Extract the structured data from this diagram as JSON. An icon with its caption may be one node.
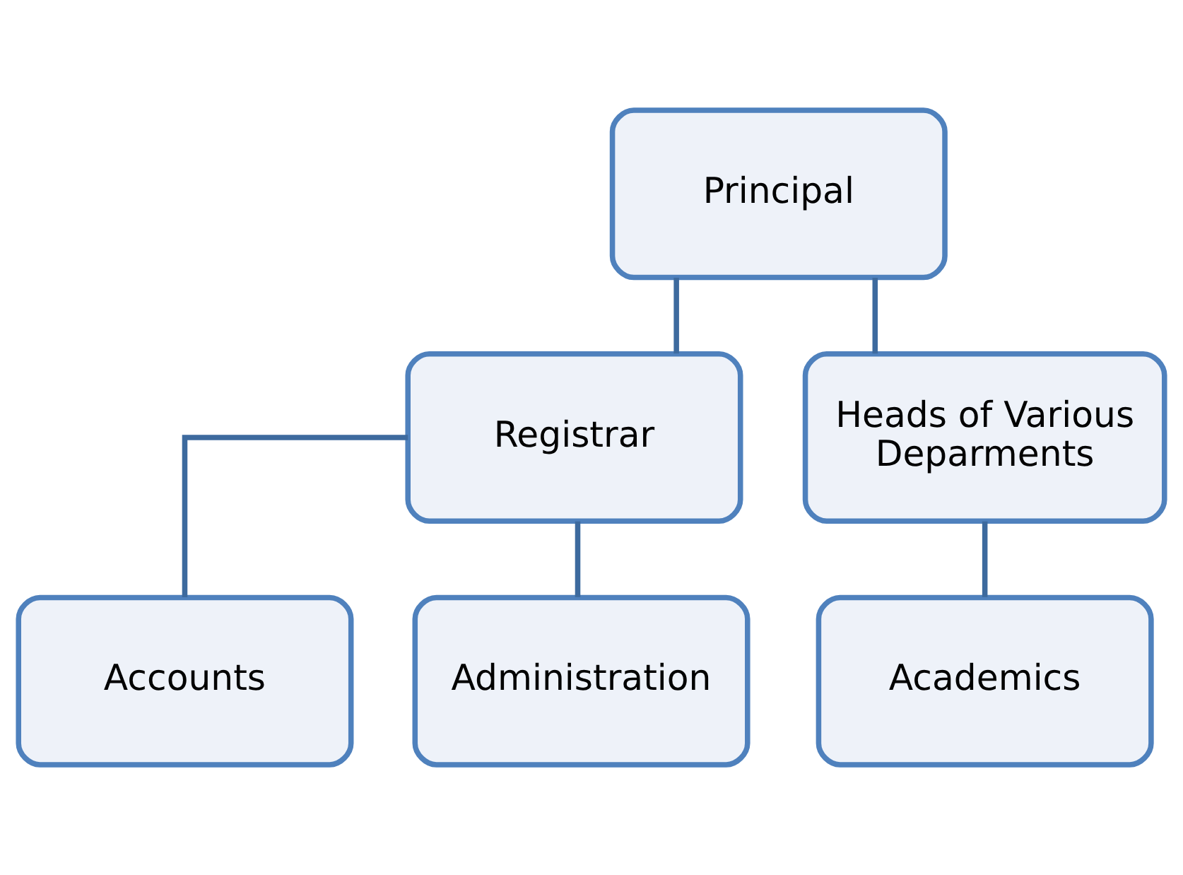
{
  "diagram": {
    "nodes": [
      {
        "text": [
          "Principal"
        ]
      },
      {
        "text": [
          "Registrar"
        ]
      },
      {
        "text": [
          "Heads of Various Deparments"
        ]
      },
      {
        "text": [
          "Accounts"
        ]
      },
      {
        "text": [
          "Administration"
        ]
      },
      {
        "text": [
          "Academics"
        ]
      }
    ],
    "edges": [
      {
        "from": 0,
        "to": 1,
        "arrow": "none"
      },
      {
        "from": 0,
        "to": 2,
        "arrow": "none"
      },
      {
        "from": 1,
        "to": 3,
        "arrow": "none"
      },
      {
        "from": 1,
        "to": 4,
        "arrow": "none"
      },
      {
        "from": 2,
        "to": 5,
        "arrow": "none"
      }
    ]
  }
}
